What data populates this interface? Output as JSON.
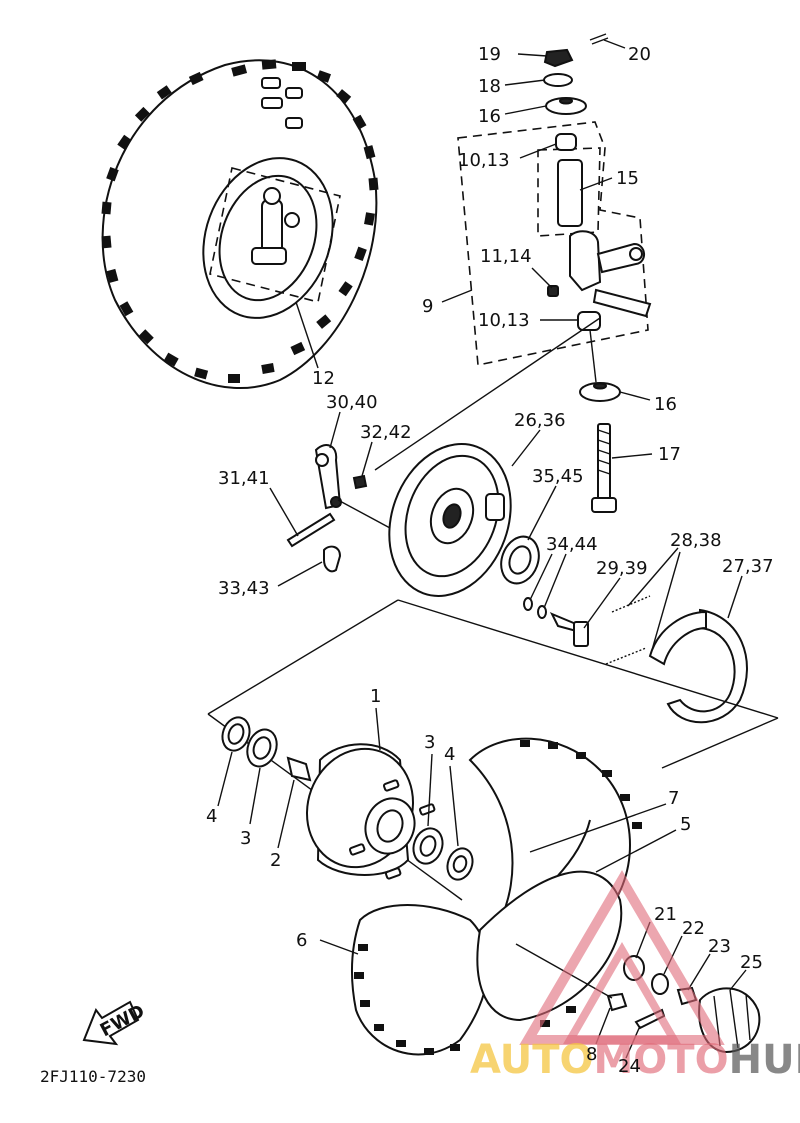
{
  "diagram": {
    "code": "2FJ110-7230",
    "fwd": "FWD",
    "labels": [
      {
        "id": "l19",
        "text": "19"
      },
      {
        "id": "l20",
        "text": "20"
      },
      {
        "id": "l18",
        "text": "18"
      },
      {
        "id": "l16a",
        "text": "16"
      },
      {
        "id": "l1013a",
        "text": "10,13"
      },
      {
        "id": "l15",
        "text": "15"
      },
      {
        "id": "l1114",
        "text": "11,14"
      },
      {
        "id": "l9",
        "text": "9"
      },
      {
        "id": "l1013b",
        "text": "10,13"
      },
      {
        "id": "l16b",
        "text": "16"
      },
      {
        "id": "l17",
        "text": "17"
      },
      {
        "id": "l12",
        "text": "12"
      },
      {
        "id": "l3040",
        "text": "30,40"
      },
      {
        "id": "l3242",
        "text": "32,42"
      },
      {
        "id": "l2636",
        "text": "26,36"
      },
      {
        "id": "l3141",
        "text": "31,41"
      },
      {
        "id": "l3545",
        "text": "35,45"
      },
      {
        "id": "l3444",
        "text": "34,44"
      },
      {
        "id": "l2838",
        "text": "28,38"
      },
      {
        "id": "l2939",
        "text": "29,39"
      },
      {
        "id": "l2737",
        "text": "27,37"
      },
      {
        "id": "l3343",
        "text": "33,43"
      },
      {
        "id": "l1",
        "text": "1"
      },
      {
        "id": "l3a",
        "text": "3"
      },
      {
        "id": "l4a",
        "text": "4"
      },
      {
        "id": "l4b",
        "text": "4"
      },
      {
        "id": "l3b",
        "text": "3"
      },
      {
        "id": "l2",
        "text": "2"
      },
      {
        "id": "l7",
        "text": "7"
      },
      {
        "id": "l5",
        "text": "5"
      },
      {
        "id": "l6",
        "text": "6"
      },
      {
        "id": "l21",
        "text": "21"
      },
      {
        "id": "l22",
        "text": "22"
      },
      {
        "id": "l23",
        "text": "23"
      },
      {
        "id": "l25",
        "text": "25"
      },
      {
        "id": "l8",
        "text": "8"
      },
      {
        "id": "l24",
        "text": "24"
      }
    ]
  },
  "watermark": {
    "auto": "AUTO",
    "moto": "MOTO",
    "hub": "HUB",
    "color_auto": "#f4c542",
    "color_moto": "#e06b7a",
    "color_hub": "#555555"
  }
}
